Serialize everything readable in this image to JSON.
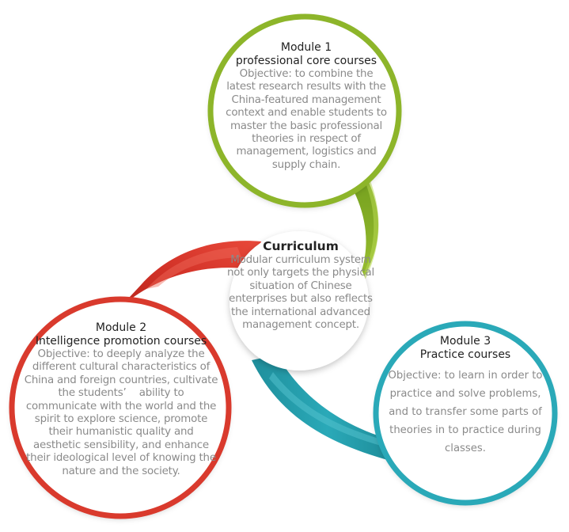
{
  "center": {
    "title": "Curriculum",
    "description": "Modular curriculum system not only targets the physical situation of Chinese enterprises but also reflects the international advanced management concept.",
    "fill": "#ffffff"
  },
  "modules": [
    {
      "id": "m1",
      "title": "Module 1",
      "subtitle": "professional core courses",
      "objective": "Objective: to combine the latest research results with the China-featured management context and enable students to master the basic professional theories in respect of management, logistics and supply chain.",
      "color": "#8db52a"
    },
    {
      "id": "m2",
      "title": "Module 2",
      "subtitle": "Intelligence promotion courses",
      "objective": "Objective: to deeply analyze the different cultural characteristics of China and foreign countries, cultivate the students’    ability to communicate with the world and the spirit to explore science, promote their humanistic quality and aesthetic sensibility, and enhance their ideological level of knowing the nature and the society.",
      "color": "#d93a2d"
    },
    {
      "id": "m3",
      "title": "Module 3",
      "subtitle": "Practice courses",
      "objective": "Objective: to learn in order to practice and solve problems, and to transfer some parts of theories in to practice during classes.",
      "color": "#2aa9b8"
    }
  ]
}
